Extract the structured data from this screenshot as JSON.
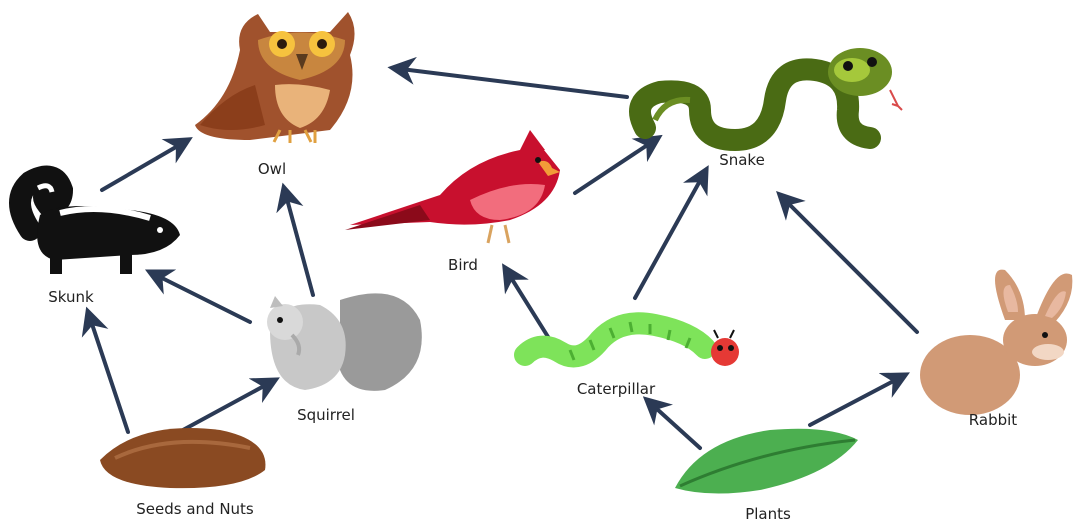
{
  "title": "",
  "organisms": {
    "owl": {
      "label": "Owl"
    },
    "snake": {
      "label": "Snake"
    },
    "skunk": {
      "label": "Skunk"
    },
    "bird": {
      "label": "Bird"
    },
    "squirrel": {
      "label": "Squirrel"
    },
    "caterpillar": {
      "label": "Caterpillar"
    },
    "rabbit": {
      "label": "Rabbit"
    },
    "seeds": {
      "label": "Seeds and Nuts"
    },
    "plants": {
      "label": "Plants"
    }
  },
  "arrows": [
    {
      "from": "Skunk",
      "to": "Owl"
    },
    {
      "from": "Squirrel",
      "to": "Owl"
    },
    {
      "from": "Snake",
      "to": "Owl"
    },
    {
      "from": "Bird",
      "to": "Snake"
    },
    {
      "from": "Caterpillar",
      "to": "Snake"
    },
    {
      "from": "Rabbit",
      "to": "Snake"
    },
    {
      "from": "Squirrel",
      "to": "Skunk"
    },
    {
      "from": "Seeds and Nuts",
      "to": "Skunk"
    },
    {
      "from": "Seeds and Nuts",
      "to": "Squirrel"
    },
    {
      "from": "Caterpillar",
      "to": "Bird"
    },
    {
      "from": "Plants",
      "to": "Caterpillar"
    },
    {
      "from": "Plants",
      "to": "Rabbit"
    }
  ],
  "colors": {
    "arrow": "#2b3a55",
    "text": "#222222"
  }
}
